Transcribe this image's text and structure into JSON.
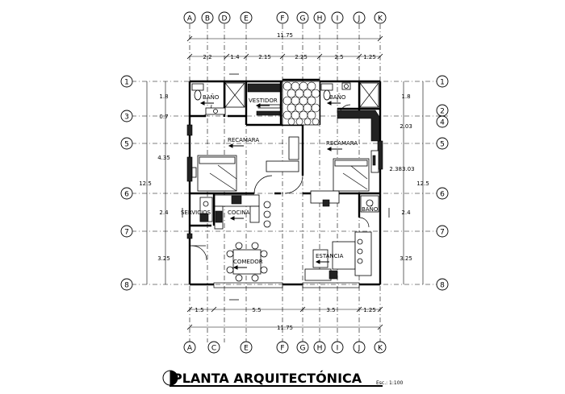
{
  "title": "PLANTA ARQUITECTÓNICA",
  "scale_note": "Esc.: 1:100",
  "axes_top": [
    "A",
    "B",
    "D",
    "E",
    "F",
    "G",
    "H",
    "I",
    "J",
    "K"
  ],
  "axes_bottom": [
    "A",
    "C",
    "E",
    "F",
    "G",
    "H",
    "I",
    "J",
    "K"
  ],
  "axes_left": [
    "1",
    "3",
    "5",
    "6",
    "7",
    "8"
  ],
  "axes_right": [
    "1",
    "2",
    "4",
    "5",
    "6",
    "7",
    "8"
  ],
  "dims_top_total": "11.75",
  "dims_top": [
    "2.2",
    "1.4",
    "2.15",
    "2.25",
    "2.5",
    "1.25"
  ],
  "dims_bottom_total": "11.75",
  "dims_bottom": [
    "1.5",
    "5.5",
    "3.5",
    "1.25"
  ],
  "dims_left_total": "12.5",
  "dims_left": [
    "1.8",
    "0.7",
    "4.35",
    "2.4",
    "3.25"
  ],
  "dims_right_total": "12.5",
  "dims_right": [
    "1.8",
    "2.03",
    "2.383.03",
    "2.4",
    "3.25"
  ],
  "rooms": {
    "bano_left": "BAÑO",
    "vestidor": "VESTIDOR",
    "bano_right": "BAÑO",
    "recamara_left": "RECAMARA",
    "recamara_right": "RECAMARA",
    "servicios": "SERVICIOS",
    "cocina": "COCINA",
    "bano_small": "BAÑO",
    "comedor": "COMEDOR",
    "estancia": "ESTANCIA"
  }
}
